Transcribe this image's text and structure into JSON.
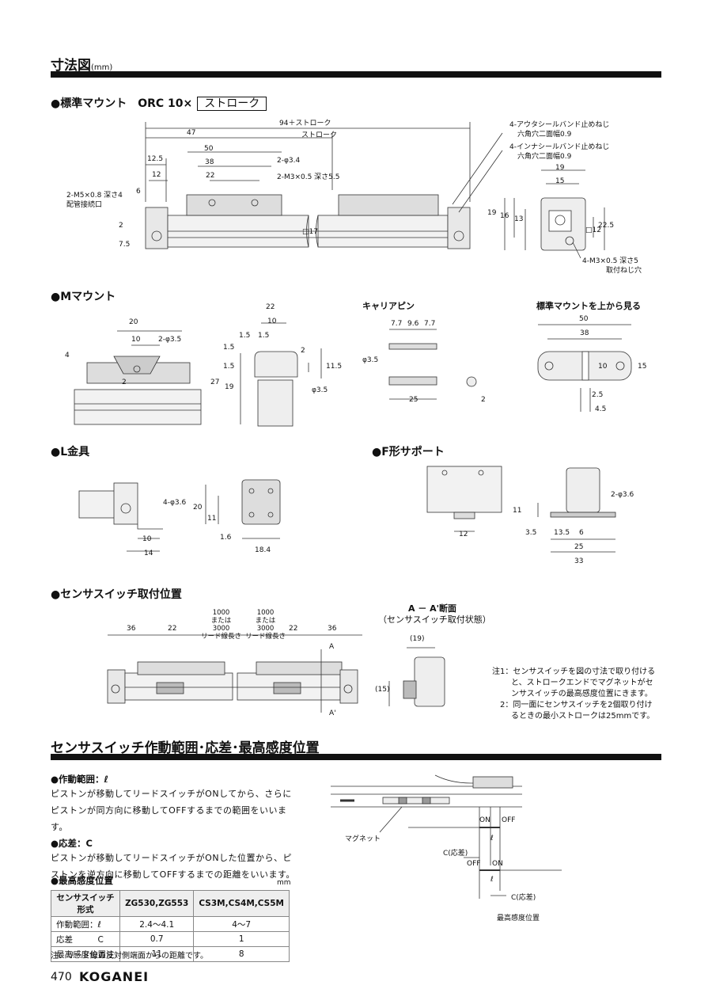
{
  "page": {
    "title": "寸法図",
    "title_unit": "(mm)",
    "number": "470",
    "brand": "KOGANEI"
  },
  "standard_mount": {
    "heading": "●標準マウント　ORC 10×",
    "stroke_box": "ストローク",
    "dims": {
      "total": "94＋ストローク",
      "d47": "47",
      "d50": "50",
      "d38": "38",
      "d22": "22",
      "d12_5": "12.5",
      "d12": "12",
      "d6": "6",
      "d2": "2",
      "d7_5": "7.5",
      "sq17": "□17",
      "stroke": "ストローク",
      "hole_phi": "2-φ3.4",
      "thread_m3": "2-M3×0.5 深さ5.5",
      "port": "2-M5×0.8 深さ4",
      "port_label": "配管接続口",
      "outer_seal": "4-アウタシールバンド止めねじ",
      "outer_hex": "六角穴二面幅0.9",
      "inner_seal": "4-インナシールバンド止めねじ",
      "inner_hex": "六角穴二面幅0.9",
      "e19": "19",
      "e15": "15",
      "e19v": "19",
      "e16": "16",
      "e13": "13",
      "e12": "□12",
      "e22_5": "22.5",
      "mount_thread": "4-M3×0.5 深さ5",
      "mount_hole": "取付ねじ穴"
    }
  },
  "m_mount": {
    "heading": "●Mマウント",
    "d20": "20",
    "d10": "10",
    "d4": "4",
    "d2": "2",
    "hole": "2-φ3.5",
    "s22": "22",
    "s10": "10",
    "s1_5a": "1.5",
    "s1_5b": "1.5",
    "s1_5c": "1.5",
    "s1_5d": "1.5",
    "s27": "27",
    "s19": "19",
    "s2": "2",
    "s11_5": "11.5",
    "s3_5": "φ3.5"
  },
  "carrier_pin": {
    "heading": "キャリアピン",
    "d7_7a": "7.7",
    "d9_6": "9.6",
    "d7_7b": "7.7",
    "d3_5": "φ3.5",
    "d25": "25",
    "d2": "2"
  },
  "top_view": {
    "heading": "標準マウントを上から見る",
    "d50": "50",
    "d38": "38",
    "d10": "10",
    "d15": "15",
    "d2_5": "2.5",
    "d4_5": "4.5"
  },
  "l_bracket": {
    "heading": "●L金具",
    "hole": "4-φ3.6",
    "d10": "10",
    "d14": "14",
    "d20": "20",
    "d11": "11",
    "d1_6": "1.6",
    "d18_4": "18.4"
  },
  "f_support": {
    "heading": "●F形サポート",
    "hole": "2-φ3.6",
    "d12": "12",
    "d11": "11",
    "d3_5": "3.5",
    "d13_5": "13.5",
    "d6": "6",
    "d25": "25",
    "d33": "33"
  },
  "sensor_position": {
    "heading": "●センサスイッチ取付位置",
    "d36a": "36",
    "d22a": "22",
    "lead1_a": "1000",
    "lead1_b": "または",
    "lead1_c": "3000",
    "lead1_d": "リード線長さ",
    "lead2_a": "1000",
    "lead2_b": "または",
    "lead2_c": "3000",
    "lead2_d": "リード線長さ",
    "d22b": "22",
    "d36b": "36",
    "mark_a": "A",
    "mark_a2": "A'",
    "section_title": "A － A'断面",
    "section_sub": "（センサスイッチ取付状態）",
    "d19": "(19)",
    "d15": "(15)",
    "note1_a": "注1：センサスイッチを図の寸法で取り付ける",
    "note1_b": "と、ストロークエンドでマグネットがセ",
    "note1_c": "ンサスイッチの最高感度位置にきます。",
    "note2_a": "2：同一面にセンサスイッチを2個取り付け",
    "note2_b": "るときの最小ストロークは25mmです。"
  },
  "sensor_range": {
    "title": "センサスイッチ作動範囲･応差･最高感度位置",
    "op_head": "●作動範囲：ℓ",
    "op_text": "ピストンが移動してリードスイッチがONしてから、さらにピストンが同方向に移動してOFFするまでの範囲をいいます。",
    "hys_head": "●応差：C",
    "hys_text": "ピストンが移動してリードスイッチがONした位置から、ピストンを逆方向に移動してOFFするまでの距離をいいます。",
    "max_head": "●最高感度位置",
    "unit": "mm",
    "table": {
      "headers": [
        "センサスイッチ形式",
        "ZG530,ZG553",
        "CS3M,CS4M,CS5M"
      ],
      "rows": [
        [
          "作動範囲：ℓ",
          "2.4～4.1",
          "4～7"
        ],
        [
          "応差　　　C",
          "0.7",
          "1"
        ],
        [
          "最高感度位置注",
          "11",
          "8"
        ]
      ]
    },
    "footnote": "注：リード線の反対側端面からの距離です。",
    "diagram": {
      "magnet": "マグネット",
      "on1": "ON",
      "off1": "OFF",
      "l1": "ℓ",
      "c1": "C(応差)",
      "off2": "OFF",
      "on2": "ON",
      "l2": "ℓ",
      "c2": "C(応差)",
      "max": "最高感度位置"
    }
  }
}
